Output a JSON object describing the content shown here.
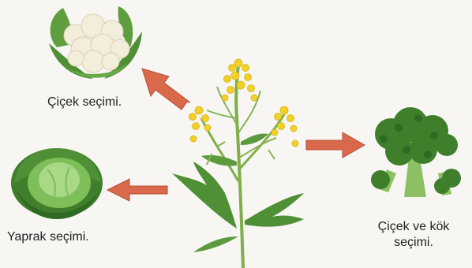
{
  "labels": {
    "cauliflower": "Çiçek seçimi.",
    "cabbage": "Yaprak seçimi.",
    "broccoli": "Çiçek ve kök seçimi."
  },
  "colors": {
    "arrow": "#d9694a",
    "arrow_stroke": "#b8503a",
    "stem": "#7fae4a",
    "leaf": "#4f8f35",
    "flower": "#f2d026",
    "cauliflower_curd": "#f3eedc",
    "cabbage": "#5e9e3e",
    "broccoli": "#3f7f2c"
  },
  "icons": [
    "wild-mustard-plant-icon",
    "cauliflower-icon",
    "cabbage-icon",
    "broccoli-icon",
    "arrow-icon"
  ]
}
